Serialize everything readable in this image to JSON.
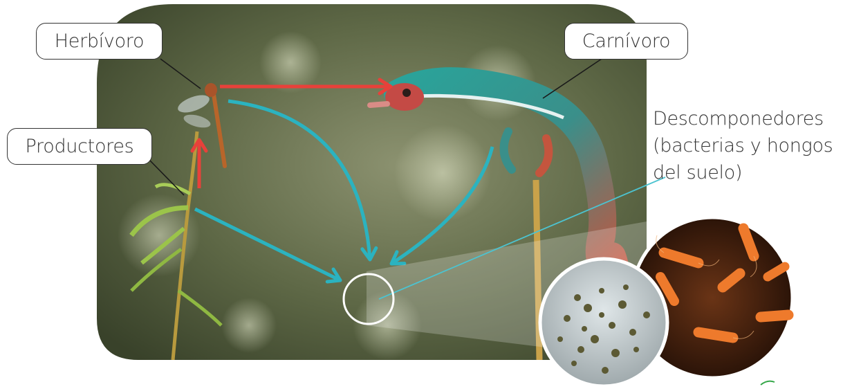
{
  "labels": {
    "herbivore": "Herbívoro",
    "carnivore": "Carnívoro",
    "producers": "Productores",
    "decomposers_line1": "Descomponedores",
    "decomposers_line2": "(bacterias y hongos",
    "decomposers_line3": "del suelo)"
  },
  "colors": {
    "energy_arrow": "#e8413a",
    "decomposition_arrow": "#2bb3c0",
    "label_border": "#333333",
    "text": "#333333"
  }
}
